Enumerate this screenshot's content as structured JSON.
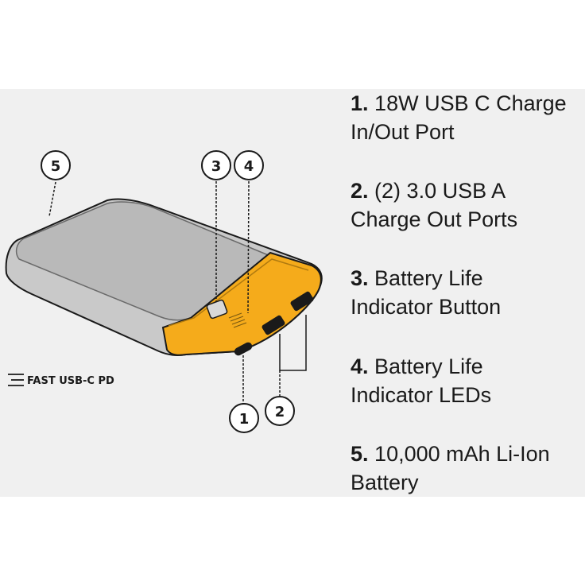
{
  "badge": {
    "text": "FAST USB-C PD"
  },
  "callouts": [
    "1",
    "2",
    "3",
    "4",
    "5"
  ],
  "legend": [
    {
      "num": "1.",
      "line1": "18W USB C Charge",
      "line2": "In/Out Port"
    },
    {
      "num": "2.",
      "line1": "(2) 3.0 USB A",
      "line2": "Charge Out Ports"
    },
    {
      "num": "3.",
      "line1": "Battery Life",
      "line2": "Indicator Button"
    },
    {
      "num": "4.",
      "line1": "Battery Life",
      "line2": "Indicator LEDs"
    },
    {
      "num": "5.",
      "line1": "10,000 mAh Li-Ion",
      "line2": "Battery"
    }
  ],
  "colors": {
    "body": "#c9c9c9",
    "top": "#b9b9b9",
    "accent": "#f5ab1b",
    "outline": "#1a1a1a"
  }
}
